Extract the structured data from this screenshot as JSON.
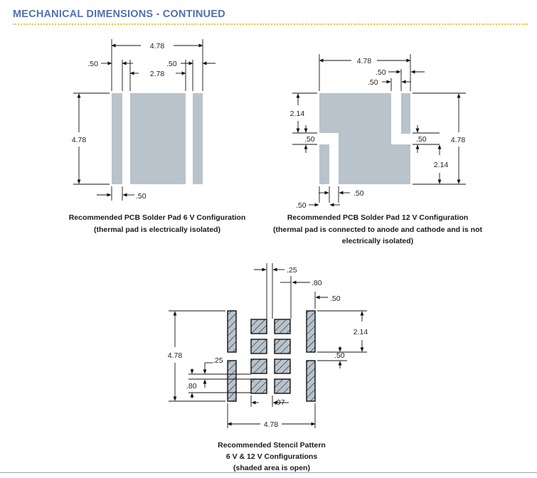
{
  "header": {
    "title": "MECHANICAL DIMENSIONS - CONTINUED"
  },
  "fig6v": {
    "dims": {
      "overall": "4.78",
      "pad_left": ".50",
      "center": "2.78",
      "pad_right": ".50",
      "height": "4.78",
      "gap": ".50"
    },
    "caption": [
      "Recommended PCB Solder Pad 6 V Configuration",
      "(thermal pad is electrically isolated)"
    ]
  },
  "fig12v": {
    "dims": {
      "overall": "4.78",
      "right_pad_a": ".50",
      "right_pad_b": ".50",
      "top_height": "2.14",
      "left_notch": ".50",
      "right_notch": ".50",
      "height": "4.78",
      "bottom_height": "2.14",
      "bottom_left": ".50",
      "bottom_gap": ".50"
    },
    "caption": [
      "Recommended PCB Solder Pad 12 V Configuration",
      "(thermal pad is connected to anode and cathode and is not",
      "electrically isolated)"
    ]
  },
  "stencil": {
    "dims": {
      "aperture_gap": ".25",
      "aperture_size": ".80",
      "pad_width": ".50",
      "pad_height": "2.14",
      "notch": ".50",
      "height": "4.78",
      "left_gap": ".25",
      "left_size": ".80",
      "column_pitch": ".97",
      "width": "4.78"
    },
    "caption": [
      "Recommended Stencil Pattern",
      "6 V & 12 V Configurations",
      "(shaded area is open)"
    ]
  }
}
